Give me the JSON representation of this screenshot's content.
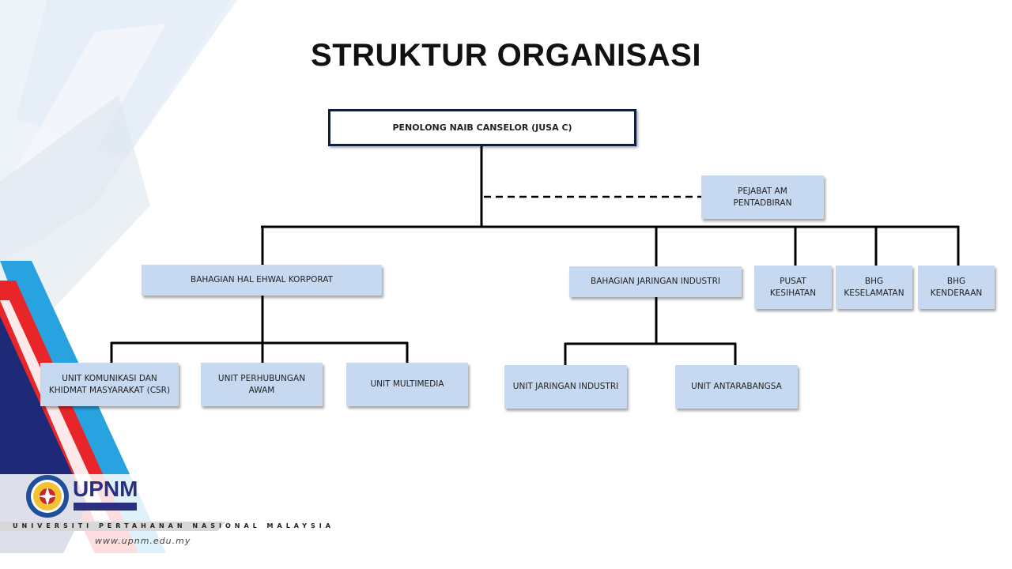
{
  "title": "STRUKTUR ORGANISASI",
  "org": {
    "top": "PENOLONG NAIB CANSELOR (JUSA  C)",
    "staff": "PEJABAT AM PENTADBIRAN",
    "divisions": {
      "korporat": "BAHAGIAN HAL EHWAL KORPORAT",
      "industri": "BAHAGIAN JARINGAN INDUSTRI",
      "kesihatan": "PUSAT KESIHATAN",
      "keselamatan": "BHG KESELAMATAN",
      "kenderaan": "BHG KENDERAAN"
    },
    "units": {
      "csr": "UNIT KOMUNIKASI DAN KHIDMAT MASYARAKAT  (CSR)",
      "awam": "UNIT PERHUBUNGAN AWAM",
      "multimedia": "UNIT MULTIMEDIA",
      "jaringan": "UNIT JARINGAN INDUSTRI",
      "antarabangsa": "UNIT  ANTARABANGSA"
    }
  },
  "footer": {
    "logo_text": "UPNM",
    "university": "UNIVERSITI PERTAHANAN NASIONAL MALAYSIA",
    "url": "www.upnm.edu.my"
  },
  "colors": {
    "box_fill": "#c6d9f1",
    "top_border": "#0d1f3c",
    "stripe_red": "#e8262a",
    "stripe_blue": "#29a3df",
    "stripe_navy": "#1e2a78"
  }
}
